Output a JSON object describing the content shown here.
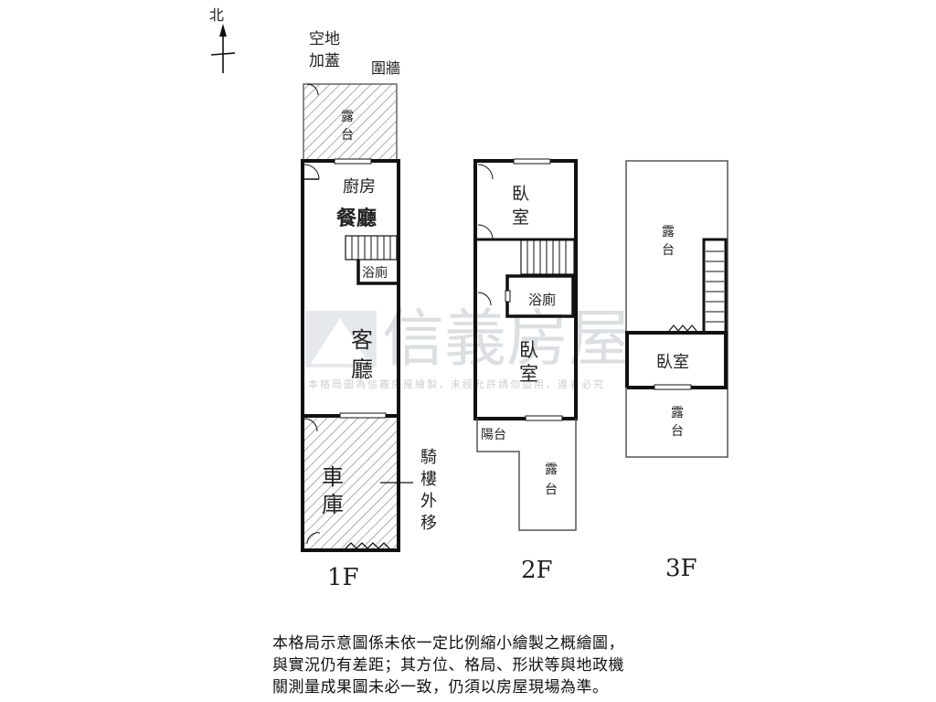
{
  "compass": {
    "north": "北"
  },
  "floors": {
    "f1": {
      "label": "1F",
      "rooms": {
        "empty_lot_line1": "空地",
        "empty_lot_line2": "加蓋",
        "fence": "圍牆",
        "terrace_line1": "露",
        "terrace_line2": "台",
        "kitchen": "廚房",
        "dining": "餐廳",
        "bath": "浴廁",
        "living_line1": "客",
        "living_line2": "廳",
        "garage_line1": "車",
        "garage_line2": "庫",
        "arcade_1": "騎",
        "arcade_2": "樓",
        "arcade_3": "外",
        "arcade_4": "移"
      }
    },
    "f2": {
      "label": "2F",
      "rooms": {
        "bedroom_a_line1": "臥",
        "bedroom_a_line2": "室",
        "bath": "浴廁",
        "bedroom_b_line1": "臥",
        "bedroom_b_line2": "室",
        "balcony": "陽台",
        "terrace_line1": "露",
        "terrace_line2": "台"
      }
    },
    "f3": {
      "label": "3F",
      "rooms": {
        "terrace_top_line1": "露",
        "terrace_top_line2": "台",
        "bedroom": "臥室",
        "terrace_bottom_line1": "露",
        "terrace_bottom_line2": "台"
      }
    }
  },
  "watermark": {
    "brand": "信義房屋",
    "notice": "本格局圖為信義房屋繪製，未經允許請勿盜用，違者必究"
  },
  "disclaimer": {
    "line1": "本格局示意圖係未依一定比例縮小繪製之概繪圖，",
    "line2": "與實況仍有差距；其方位、格局、形狀等與地政機",
    "line3": "關測量成果圖未必一致，仍須以房屋現場為準。"
  }
}
